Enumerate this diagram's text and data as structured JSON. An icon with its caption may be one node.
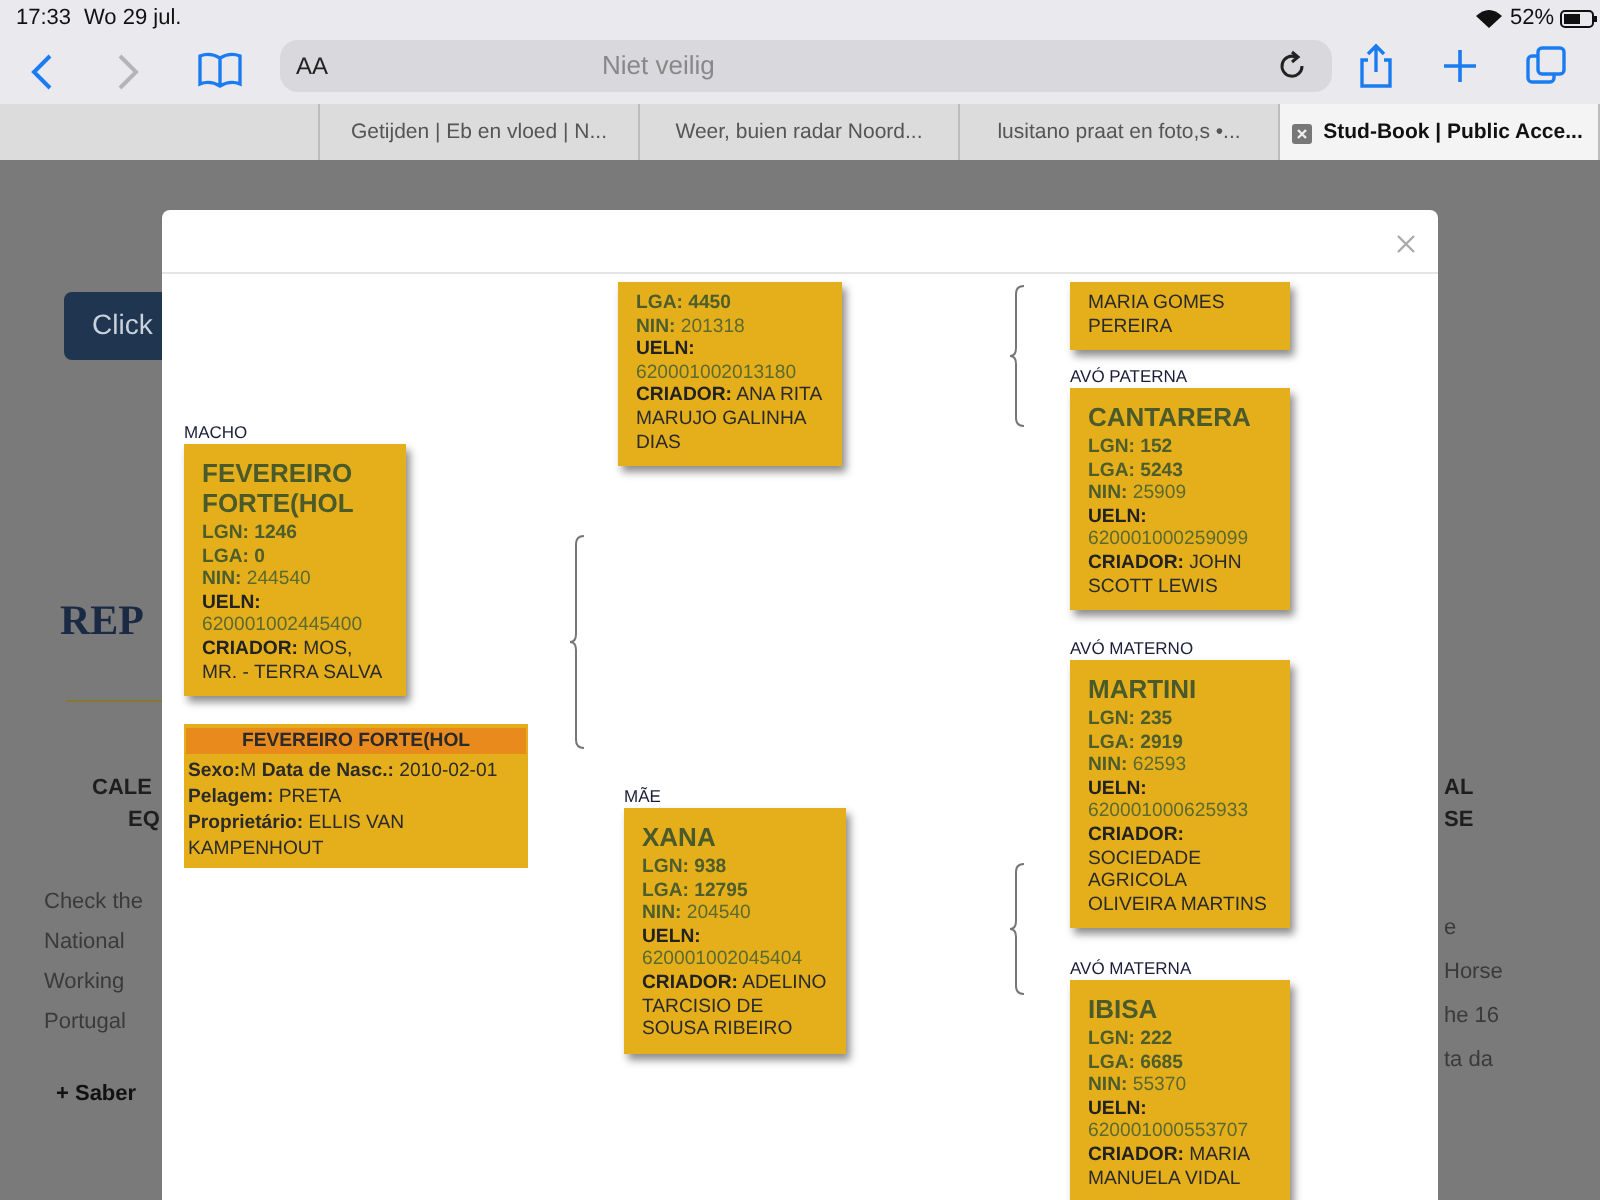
{
  "diagram": {
    "nodes": [
      {
        "text": [
          "MACHO",
          "FEVEREIRO FORTE(HOL",
          "LGN: 1246",
          "LGA: 0",
          "**NIN:** 244540",
          "**UELN:** 620001002445400",
          "**CRIADOR:** MOS, MR. - TERRA SALVA"
        ]
      },
      {
        "text": [
          "FEVEREIRO FORTE(HOL",
          "**Sexo:**M  **Data de Nasc.:** 2010-02-01",
          "**Pelagem:** PRETA",
          "**Proprietário:** ELLIS VAN KAMPENHOUT"
        ]
      },
      {
        "text": [
          "LGA: 4450",
          "**NIN:** 201318",
          "**UELN:** 620001002013180",
          "**CRIADOR:** ANA RITA MARUJO GALINHA DIAS"
        ]
      },
      {
        "text": [
          "MÃE",
          "XANA",
          "LGN: 938",
          "LGA: 12795",
          "**NIN:** 204540",
          "**UELN:** 620001002045404",
          "**CRIADOR:** ADELINO TARCISIO DE SOUSA RIBEIRO"
        ]
      },
      {
        "text": [
          "MARIA GOMES PEREIRA"
        ]
      },
      {
        "text": [
          "AVÓ PATERNA",
          "CANTARERA",
          "LGN: 152",
          "LGA: 5243",
          "**NIN:** 25909",
          "**UELN:** 620001000259099",
          "**CRIADOR:** JOHN SCOTT LEWIS"
        ]
      },
      {
        "text": [
          "AVÓ MATERNO",
          "MARTINI",
          "LGN: 235",
          "LGA: 2919",
          "**NIN:** 62593",
          "**UELN:** 620001000625933",
          "**CRIADOR:** SOCIEDADE AGRICOLA OLIVEIRA MARTINS"
        ]
      },
      {
        "text": [
          "AVÓ MATERNA",
          "IBISA",
          "LGN: 222",
          "LGA: 6685",
          "**NIN:** 55370",
          "**UELN:** 620001000553707",
          "**CRIADOR:** MARIA MANUELA VIDAL"
        ]
      }
    ],
    "labels": [
      "17:33",
      "Wo 29 jul.",
      "52%",
      "AA",
      "Niet veilig",
      "Getijden | Eb en vloed | N...",
      "Weer, buien radar Noord...",
      "lusitano praat en foto,s •...",
      "Stud-Book | Public Acce...",
      "Click",
      "REP",
      "CALE",
      "EQ",
      "Check the",
      "National",
      "Working",
      "Portugal",
      "+ Saber",
      "AL",
      "SE",
      "e",
      "Horse",
      "he 16",
      "ta da"
    ]
  }
}
